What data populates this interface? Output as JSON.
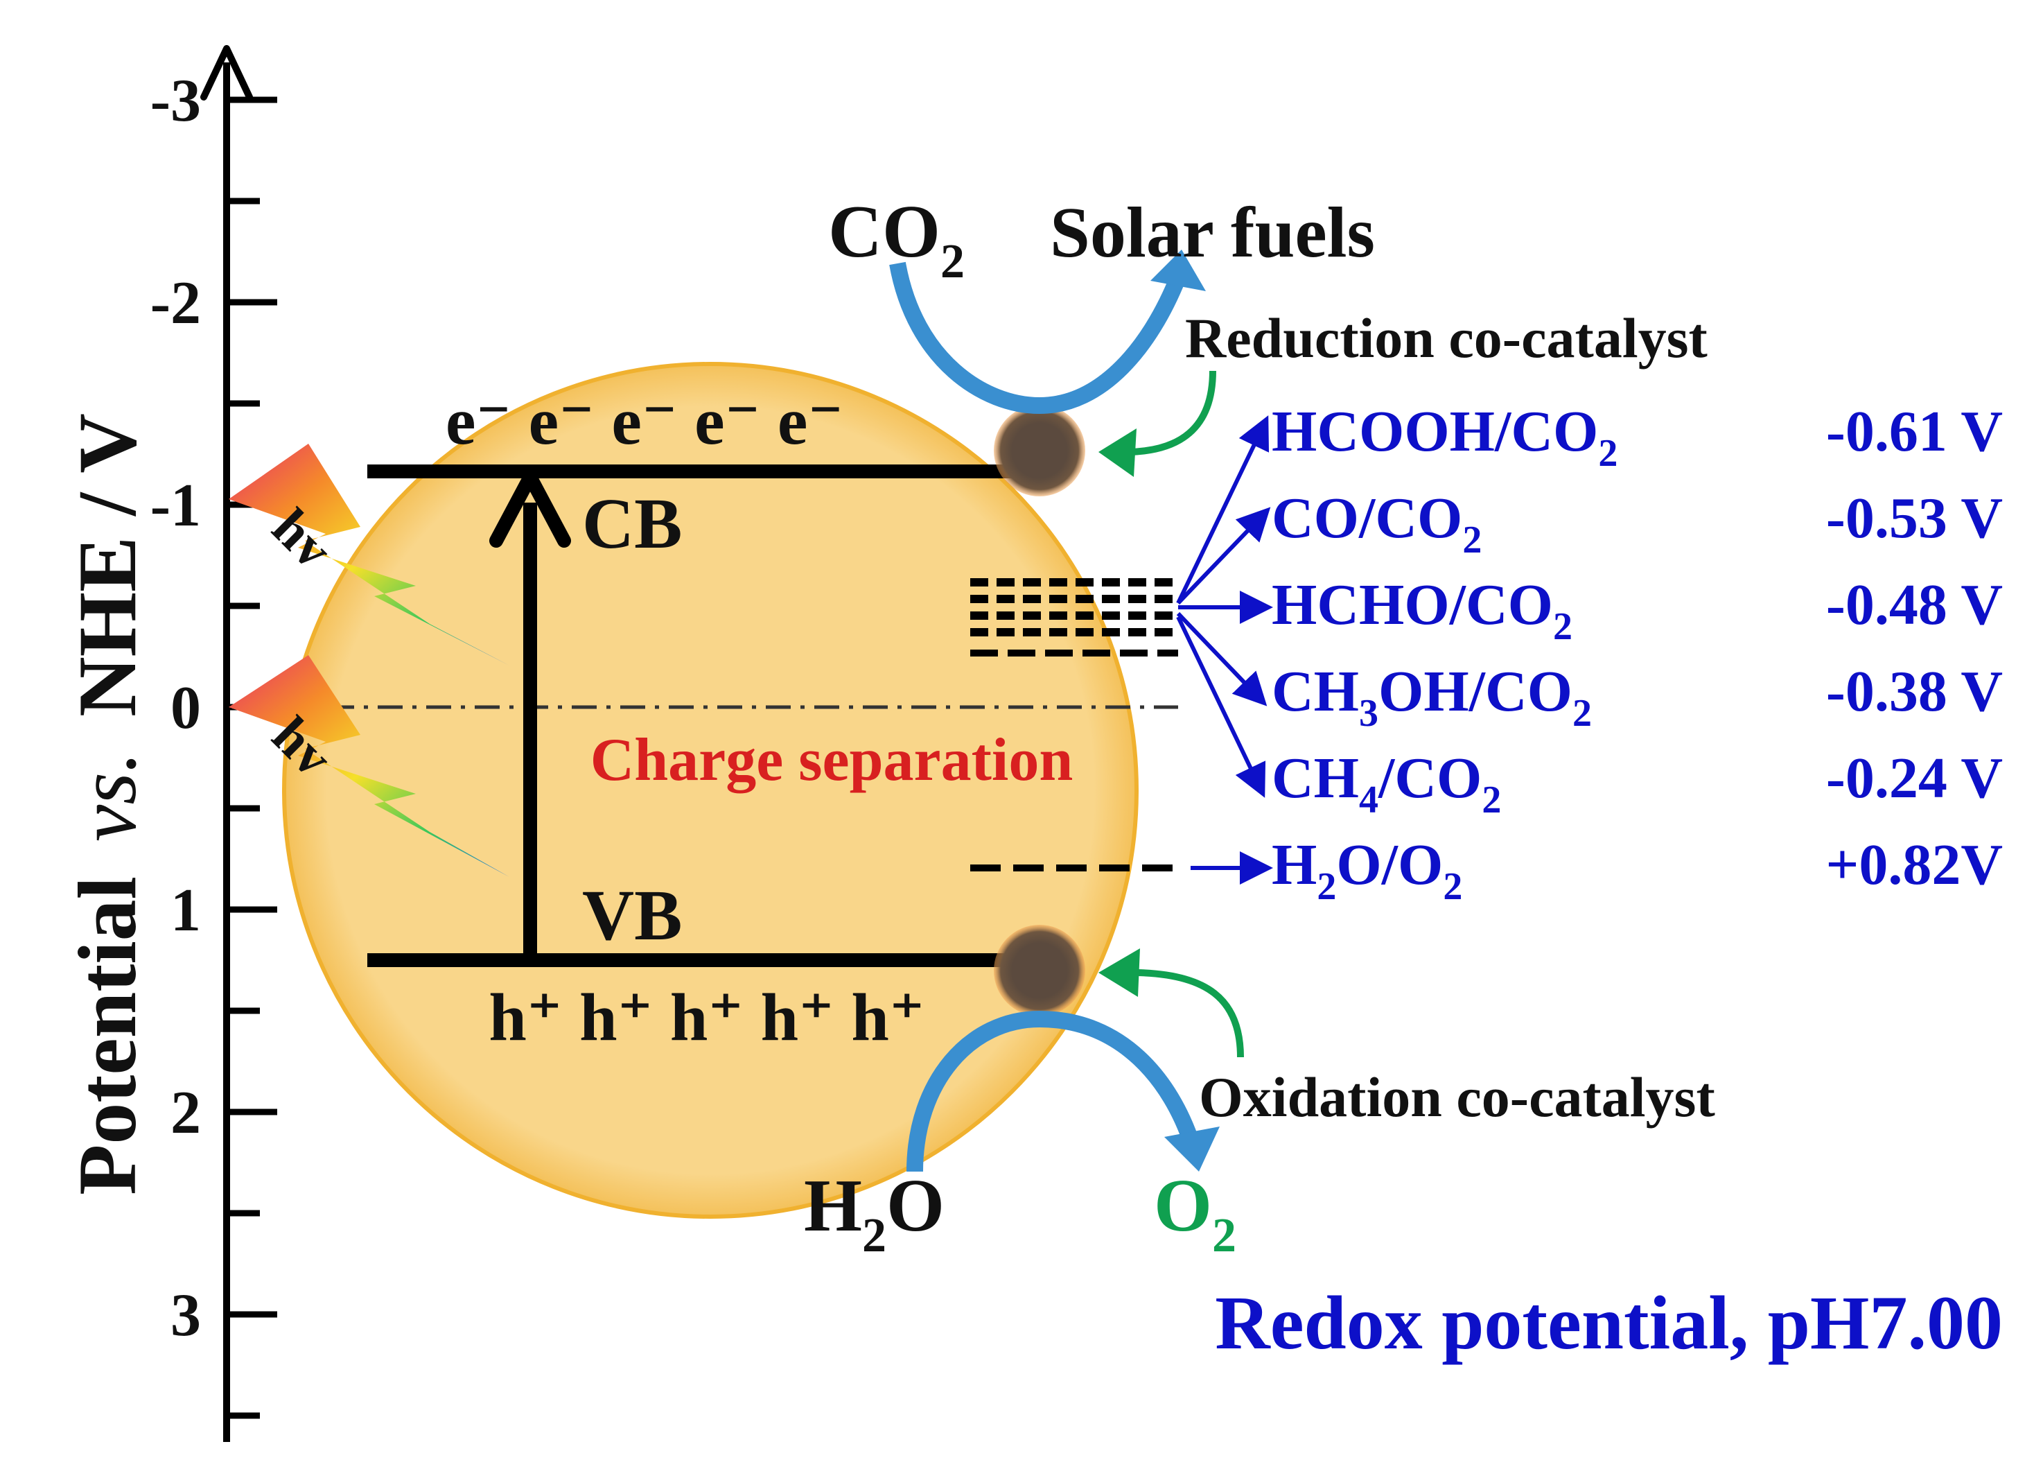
{
  "axis": {
    "label_main": "Potential",
    "label_vs": "vs.",
    "label_rest": "NHE / V",
    "ticks": [
      "-3",
      "-2",
      "-1",
      "0",
      "1",
      "2",
      "3"
    ]
  },
  "semiconductor": {
    "cb_label": "CB",
    "vb_label": "VB",
    "electrons_label": "e⁻ e⁻ e⁻ e⁻ e⁻",
    "holes_label": "h⁺ h⁺ h⁺ h⁺ h⁺",
    "charge_separation": "Charge separation",
    "light_label": "hv"
  },
  "reduction": {
    "reactant": "CO",
    "reactant_sub": "2",
    "product": "Solar fuels",
    "cocatalyst": "Reduction co-catalyst"
  },
  "oxidation": {
    "reactant": "H",
    "reactant_sub": "2",
    "reactant_tail": "O",
    "product": "O",
    "product_sub": "2",
    "cocatalyst": "Oxidation co-catalyst"
  },
  "redox_couples": [
    {
      "parts": [
        [
          "HCOOH/CO",
          false
        ],
        [
          "2",
          true
        ]
      ],
      "potential": "-0.61 V"
    },
    {
      "parts": [
        [
          "CO/CO",
          false
        ],
        [
          "2",
          true
        ]
      ],
      "potential": "-0.53 V"
    },
    {
      "parts": [
        [
          "HCHO/CO",
          false
        ],
        [
          "2",
          true
        ]
      ],
      "potential": "-0.48 V"
    },
    {
      "parts": [
        [
          "CH",
          false
        ],
        [
          "3",
          true
        ],
        [
          "OH/CO",
          false
        ],
        [
          "2",
          true
        ]
      ],
      "potential": "-0.38 V"
    },
    {
      "parts": [
        [
          "CH",
          false
        ],
        [
          "4",
          true
        ],
        [
          "/CO",
          false
        ],
        [
          "2",
          true
        ]
      ],
      "potential": "-0.24 V"
    },
    {
      "parts": [
        [
          "H",
          false
        ],
        [
          "2",
          true
        ],
        [
          "O/O",
          false
        ],
        [
          "2",
          true
        ]
      ],
      "potential": "+0.82V"
    }
  ],
  "caption": "Redox potential, pH7.00",
  "colors": {
    "particle": "#f9d68a",
    "particle_edge": "#f0b12f",
    "couple_text": "#0d10c8",
    "separation_text": "#d82020",
    "cocatalyst_arrow": "#10a050",
    "reaction_arrow": "#3a8fd0"
  }
}
